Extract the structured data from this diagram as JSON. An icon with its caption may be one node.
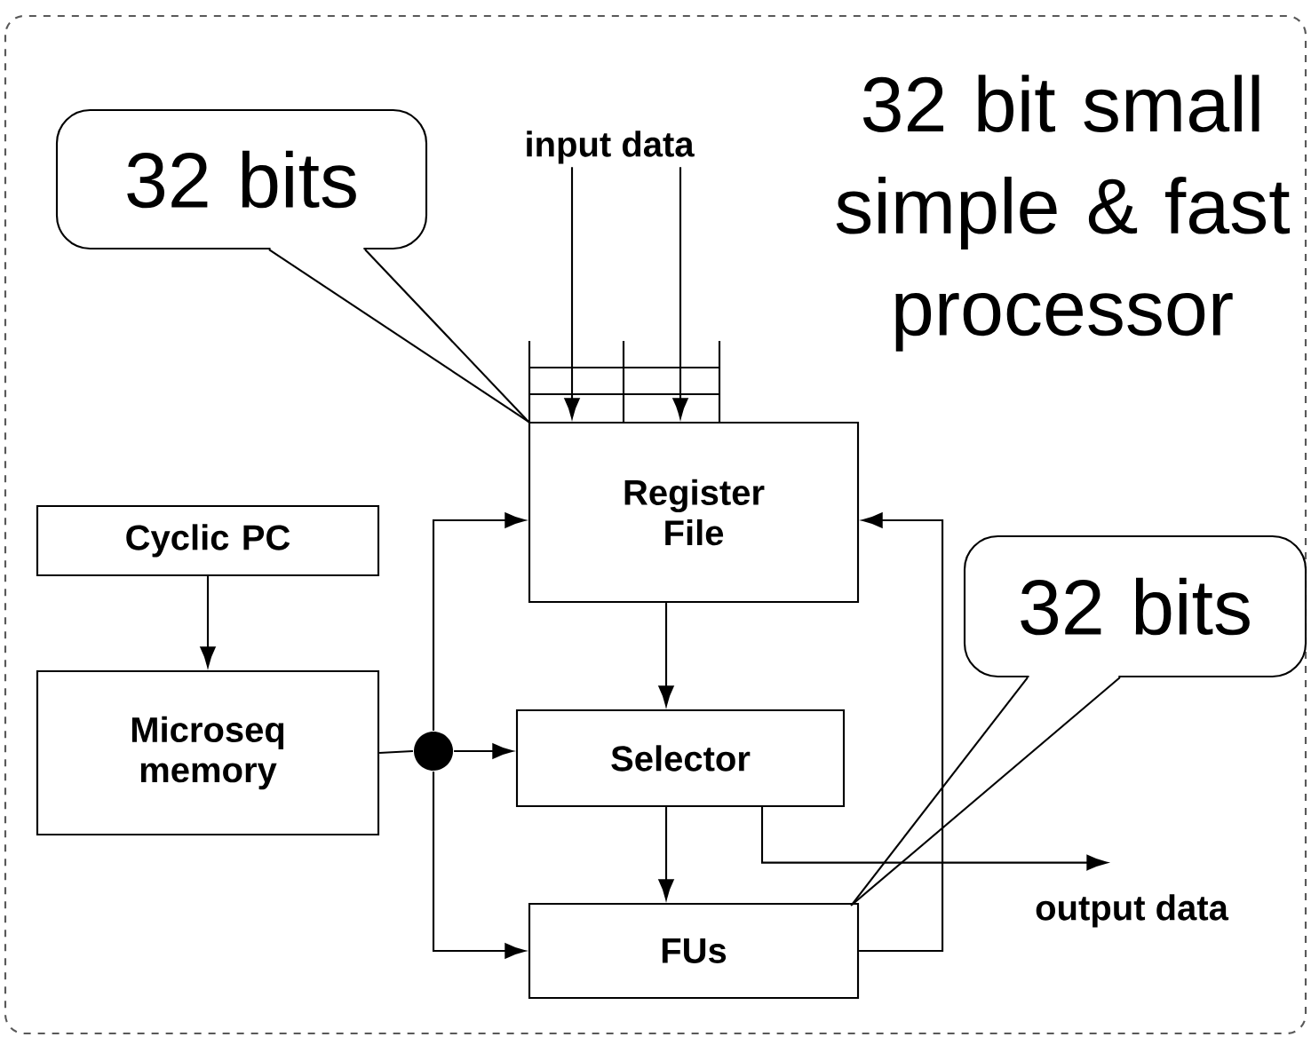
{
  "diagram": {
    "nodes": [
      {
        "text": [
          "32 bits"
        ]
      },
      {
        "text": [
          "input data"
        ]
      },
      {
        "text": [
          "Register File"
        ]
      },
      {
        "text": [
          "Cyclic PC"
        ]
      },
      {
        "text": [
          "Microseq memory"
        ]
      },
      {
        "text": [
          "Selector"
        ]
      },
      {
        "text": [
          "FUs"
        ]
      },
      {
        "text": [
          "32 bits"
        ]
      },
      {
        "text": [
          "output data"
        ]
      },
      {
        "text": [],
        "shape": "circle"
      }
    ],
    "edges": [
      {
        "from": 1,
        "to": 2,
        "arrow": "to"
      },
      {
        "from": 1,
        "to": 2,
        "arrow": "to"
      },
      {
        "from": 3,
        "to": 4,
        "arrow": "to"
      },
      {
        "from": 4,
        "to": 9,
        "arrow": "none"
      },
      {
        "from": 9,
        "to": 2,
        "arrow": "to"
      },
      {
        "from": 9,
        "to": 5,
        "arrow": "to"
      },
      {
        "from": 9,
        "to": 6,
        "arrow": "to"
      },
      {
        "from": 2,
        "to": 5,
        "arrow": "to"
      },
      {
        "from": 5,
        "to": 6,
        "arrow": "to"
      },
      {
        "from": 5,
        "to": 8,
        "arrow": "to"
      },
      {
        "from": 6,
        "to": 2,
        "arrow": "to"
      },
      {
        "from": 0,
        "to": 2,
        "arrow": "none"
      },
      {
        "from": 7,
        "to": 6,
        "arrow": "none"
      }
    ],
    "labels": [
      "32 bit small simple & fast processor"
    ]
  }
}
